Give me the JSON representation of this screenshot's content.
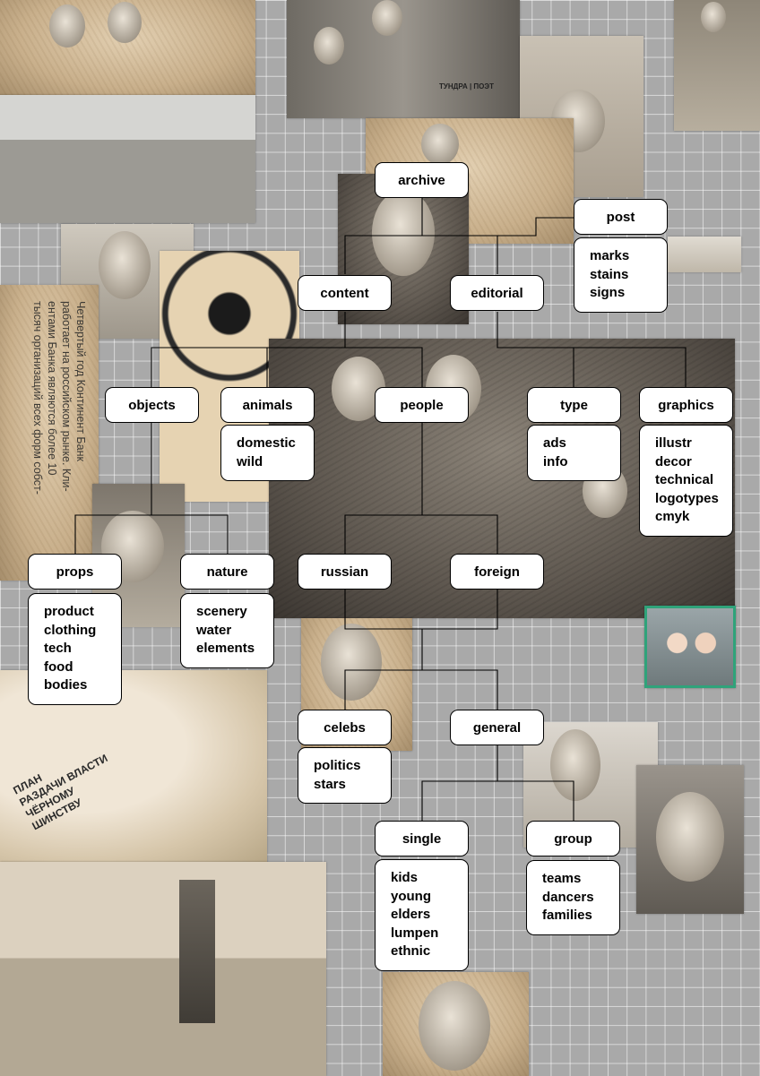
{
  "newsprint_text": [
    "Четвертый год Континент Банк",
    "работает на российском рынке. Кли-",
    "ентами Банка являются более 10",
    "тысяч организаций всех форм собст-"
  ],
  "cartoon_text": [
    "ПЛАН",
    "РАЗДАЧИ ВЛАСТИ",
    "ЧЁРНОМУ",
    "ШИНСТВУ"
  ],
  "poster_text": "ТУНДРА | ПОЭТ",
  "nodes": {
    "archive": "archive",
    "post": "post",
    "content": "content",
    "editorial": "editorial",
    "objects": "objects",
    "animals": "animals",
    "people": "people",
    "type": "type",
    "graphics": "graphics",
    "props": "props",
    "nature": "nature",
    "russian": "russian",
    "foreign": "foreign",
    "celebs": "celebs",
    "general": "general",
    "single": "single",
    "group": "group"
  },
  "lists": {
    "post": [
      "marks",
      "stains",
      "signs"
    ],
    "animals": [
      "domestic",
      "wild"
    ],
    "type": [
      "ads",
      "info"
    ],
    "graphics": [
      "illustr",
      "decor",
      "technical",
      "logotypes",
      "cmyk"
    ],
    "props": [
      "product",
      "clothing",
      "tech",
      "food",
      "bodies"
    ],
    "nature": [
      "scenery",
      "water",
      "elements"
    ],
    "celebs": [
      "politics",
      "stars"
    ],
    "single": [
      "kids",
      "young",
      "elders",
      "lumpen",
      "ethnic"
    ],
    "group": [
      "teams",
      "dancers",
      "families"
    ]
  },
  "colors": {
    "background": "#a9a9a9",
    "grid": "#ffffff",
    "node_fill": "#ffffff",
    "line": "#000000",
    "photo_frame": "#2fa37a"
  }
}
